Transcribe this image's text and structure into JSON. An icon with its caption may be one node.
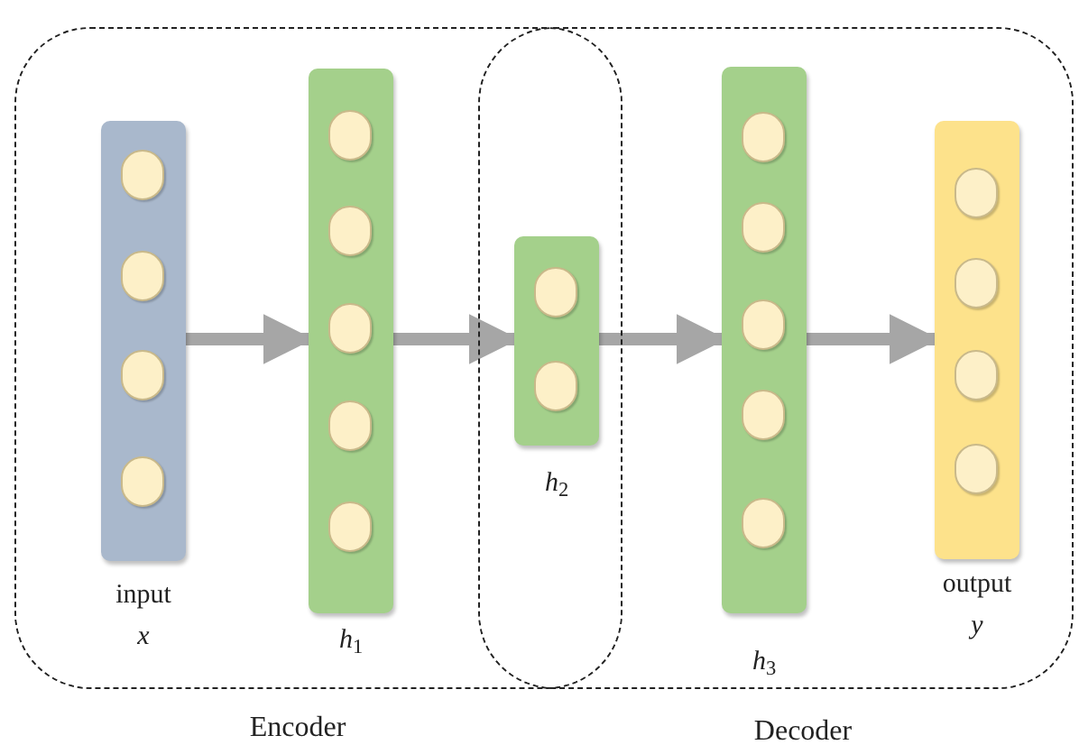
{
  "diagram": {
    "nodes": [
      {
        "text": [
          "Encoder"
        ]
      },
      {
        "text": [
          "Decoder"
        ]
      },
      {
        "text": [],
        "shape": "bar",
        "in": 0,
        "beside": [
          "input",
          "*x*"
        ]
      },
      {
        "text": [],
        "shape": "bar",
        "in": 0,
        "beside": [
          "*h*$_{1}$"
        ]
      },
      {
        "text": [],
        "shape": "bar",
        "beside": [
          "*h*$_{2}$"
        ]
      },
      {
        "text": [],
        "shape": "bar",
        "in": 1,
        "beside": [
          "*h*$_{3}$"
        ]
      },
      {
        "text": [],
        "shape": "bar",
        "in": 1,
        "beside": [
          "output",
          "*y*"
        ]
      }
    ],
    "edges": [
      {
        "from": 2,
        "to": 3,
        "arrow": "to"
      },
      {
        "from": 3,
        "to": 4,
        "arrow": "to"
      },
      {
        "from": 4,
        "to": 5,
        "arrow": "to"
      },
      {
        "from": 5,
        "to": 6,
        "arrow": "to"
      }
    ]
  }
}
